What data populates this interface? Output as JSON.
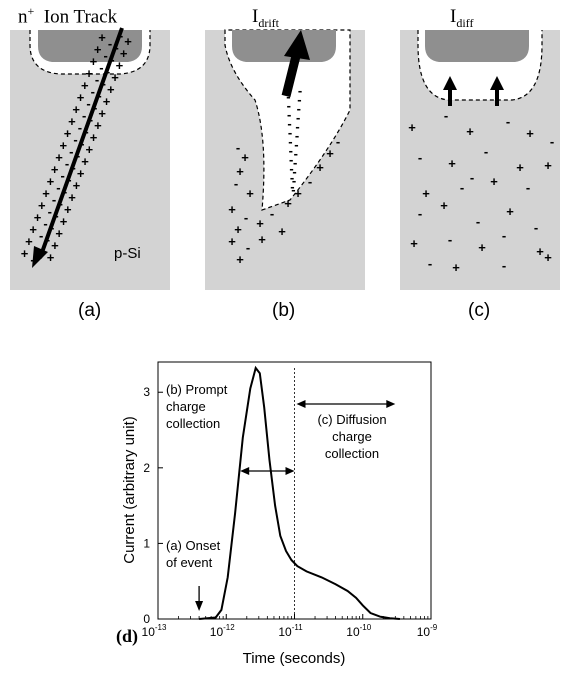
{
  "panels": {
    "a": {
      "title_main": "n",
      "title_sup": "+",
      "title_rest": "Ion Track",
      "label": "(a)",
      "region_label": "p-Si"
    },
    "b": {
      "title_main": "I",
      "title_sub": "drift",
      "label": "(b)"
    },
    "c": {
      "title_main": "I",
      "title_sub": "diff",
      "label": "(c)"
    }
  },
  "chart_data": {
    "type": "line",
    "panel_label": "(d)",
    "xlabel": "Time (seconds)",
    "ylabel": "Current (arbitrary unit)",
    "x_scale": "log",
    "xlim": [
      1e-13,
      1e-09
    ],
    "ylim": [
      0,
      3.4
    ],
    "x_ticks": [
      {
        "base": "10",
        "exp": "-13"
      },
      {
        "base": "10",
        "exp": "-12"
      },
      {
        "base": "10",
        "exp": "-11"
      },
      {
        "base": "10",
        "exp": "-10"
      },
      {
        "base": "10",
        "exp": "-9"
      }
    ],
    "y_ticks": [
      "0",
      "1",
      "2",
      "3"
    ],
    "series": [
      {
        "x": [
          4e-13,
          7e-13,
          8.5e-13,
          1.05e-12,
          1.35e-12,
          1.75e-12,
          2.25e-12,
          2.7e-12,
          3.1e-12,
          3.6e-12,
          4.3e-12,
          5.2e-12,
          6.2e-12,
          7.5e-12,
          9e-12,
          1.1e-11,
          1.5e-11,
          2.5e-11,
          4e-11,
          6e-11,
          8e-11,
          1e-10,
          1.3e-10,
          1.8e-10,
          2.5e-10,
          3.5e-10
        ],
        "y": [
          0,
          0.02,
          0.12,
          0.55,
          1.4,
          2.4,
          3.05,
          3.32,
          3.25,
          2.8,
          2.1,
          1.5,
          1.1,
          0.9,
          0.78,
          0.7,
          0.63,
          0.55,
          0.46,
          0.37,
          0.28,
          0.18,
          0.08,
          0.03,
          0.01,
          0
        ]
      }
    ],
    "annotations": [
      {
        "lines": [
          "(b) Prompt",
          "charge",
          "collection"
        ]
      },
      {
        "lines": [
          "(c) Diffusion",
          "charge",
          "collection"
        ]
      },
      {
        "lines": [
          "(a) Onset",
          "of event"
        ]
      }
    ],
    "vline_x": 1e-11,
    "arrow_b_range": [
      1.6e-12,
      1e-11
    ],
    "arrow_c_range": [
      1e-11,
      3e-10
    ],
    "onset_arrow_x": 4e-13
  }
}
